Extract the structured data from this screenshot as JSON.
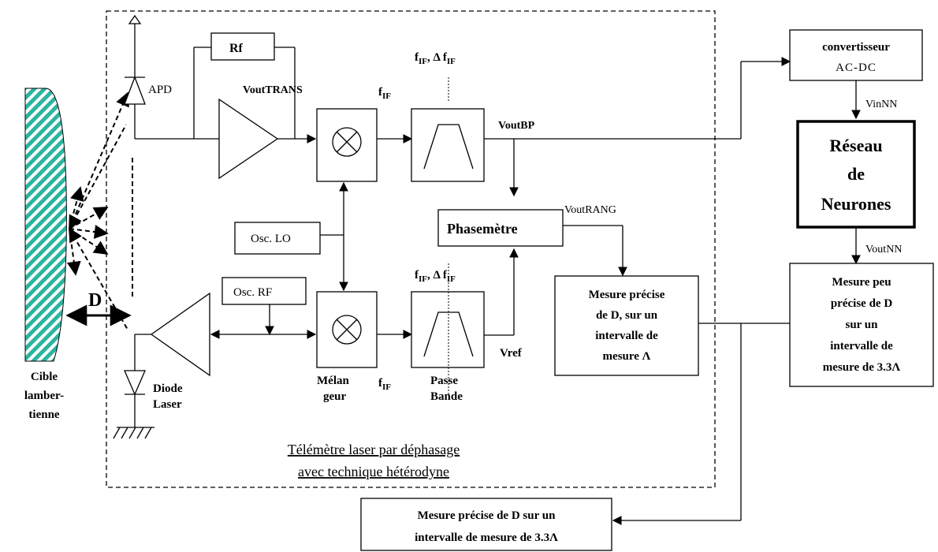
{
  "labels": {
    "rf": "Rf",
    "apd": "APD",
    "vout_trans": "VoutTRANS",
    "fif_if": "f",
    "fif_sub": "IF",
    "fif_top1": "f",
    "fif_top1_sub": "IF",
    "fif_top1_sep": ", Δ f",
    "fif_top1_sub2": "IF",
    "vout_bp": "VoutBP",
    "phasemetre": "Phasemètre",
    "vout_rang": "VoutRANG",
    "osc_lo": "Osc. LO",
    "osc_rf": "Osc. RF",
    "fif_bottom": "f",
    "fif_bottom_sub": "IF",
    "fif_bot_filter": "f",
    "fif_bot_filter_sub": "IF",
    "fif_bot_filter_sep": ", Δ f",
    "fif_bot_filter_sub2": "IF",
    "vref": "Vref",
    "melangeur_l1": "Mélan",
    "melangeur_l2": "geur",
    "passe_l1": "Passe",
    "passe_l2": "Bande",
    "diode_l1": "Diode",
    "diode_l2": "Laser",
    "cible_l1": "Cible",
    "cible_l2": "lamber-",
    "cible_l3": "tienne",
    "distance": "D",
    "title_l1": "Télémètre laser par déphasage",
    "title_l2": "avec technique hétérodyne",
    "conv_l1": "convertisseur",
    "conv_l2": "AC-DC",
    "vin_nn": "VinNN",
    "reseau_l1": "Réseau",
    "reseau_l2": "de",
    "reseau_l3": "Neurones",
    "vout_nn": "VoutNN",
    "mp_l1": "Mesure précise",
    "mp_l2": "de D, sur un",
    "mp_l3": "intervalle de",
    "mp_l4": "mesure Λ",
    "mpp_l1": "Mesure peu",
    "mpp_l2": "précise de D",
    "mpp_l3": "sur un",
    "mpp_l4": "intervalle de",
    "mpp_l5": "mesure de 3.3Λ",
    "final_l1": "Mesure précise de D sur un",
    "final_l2": "intervalle de mesure de 3.3Λ"
  },
  "colors": {
    "target_fill": "#2bb5a0",
    "line": "#000000",
    "background": "#ffffff"
  }
}
